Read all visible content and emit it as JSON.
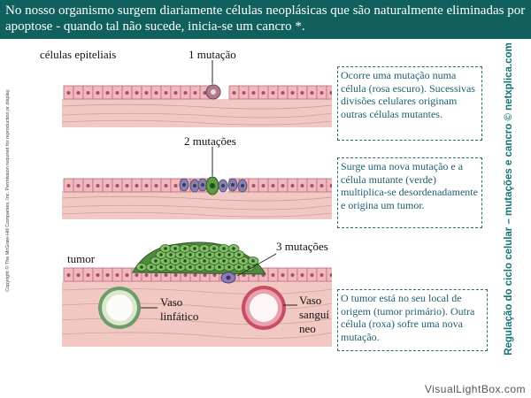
{
  "header": {
    "text": "No nosso organismo surgem diariamente células neoplásicas que são naturalmente eliminadas por apoptose - quando tal não sucede, inicia-se um cancro *."
  },
  "labels": {
    "celulas_epiteliais": "células epiteliais",
    "mut1": "1 mutação",
    "mut2": "2 mutações",
    "mut3": "3 mutações",
    "tumor": "tumor",
    "vaso_linfatico_1": "Vaso",
    "vaso_linfatico_2": "linfático",
    "vaso_sanguineo_1": "Vaso",
    "vaso_sanguineo_2": "sanguí",
    "vaso_sanguineo_3": "neo"
  },
  "notes": [
    "Ocorre uma mutação numa célula (rosa escuro). Sucessivas divisões celulares originam outras células mutantes.",
    "Surge uma nova mutação e a célula mutante (verde) multiplica-se desordenadamente e origina um tumor.",
    "O tumor está no seu local de origem (tumor primário). Outra célula (roxa) sofre uma nova mutação."
  ],
  "side_title": "Regulação do ciclo celular – mutações e cancro © netxplica.com",
  "copyright": "Copyright © The McGraw-Hill Companies, Inc. Permission required for reproduction or display.",
  "watermark": "VisualLightBox.com",
  "colors": {
    "header_bg": "#10605e",
    "tissue": "#f2c8c3",
    "epithelial_cell": "#f3b7be",
    "mutant_pink": "#b07b88",
    "mutant_green": "#5f9a45",
    "mutant_purple": "#8e7db5",
    "lymph_vessel": "#6e9c66",
    "blood_vessel": "#c84e63",
    "accent_text": "#167474"
  }
}
